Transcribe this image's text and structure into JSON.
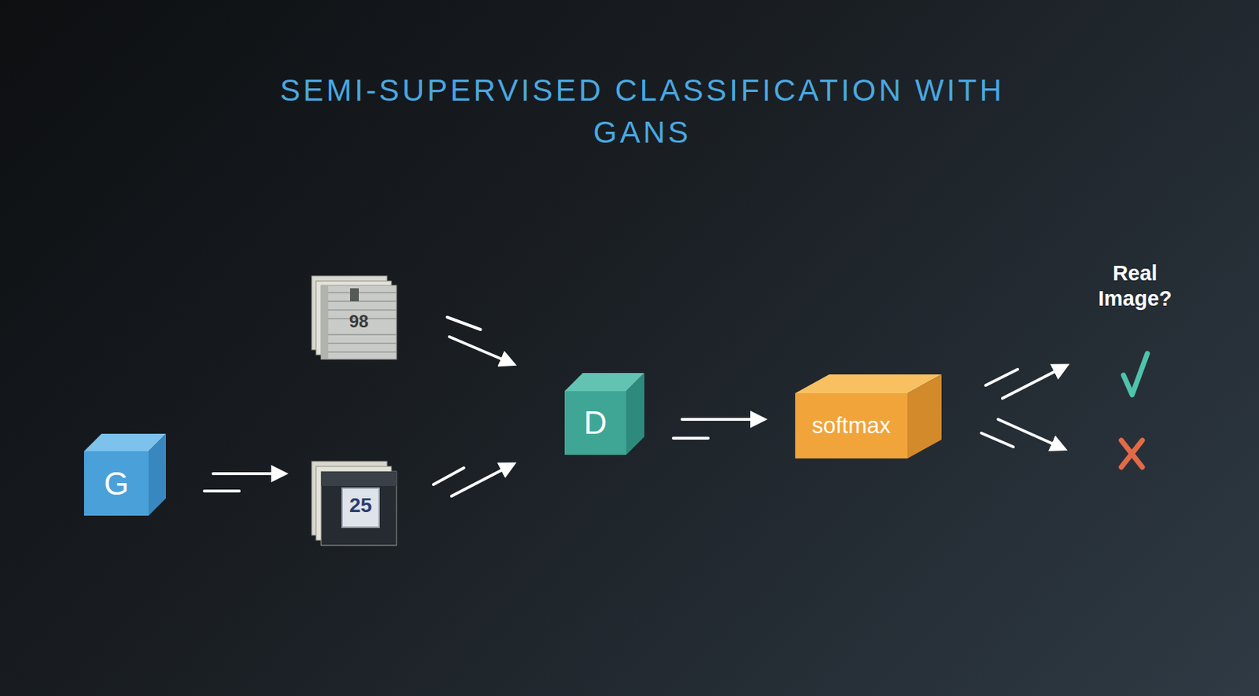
{
  "diagram": {
    "title": "SEMI-SUPERVISED CLASSIFICATION WITH GANS",
    "nodes": [
      {
        "text": [
          "G"
        ]
      },
      {
        "text": [
          "D"
        ]
      },
      {
        "text": [
          "softmax"
        ]
      }
    ],
    "edges": [
      {
        "from": 1,
        "to": 2,
        "arrow": "to"
      }
    ],
    "labels": [
      "98",
      "25",
      "Real Image?"
    ]
  }
}
